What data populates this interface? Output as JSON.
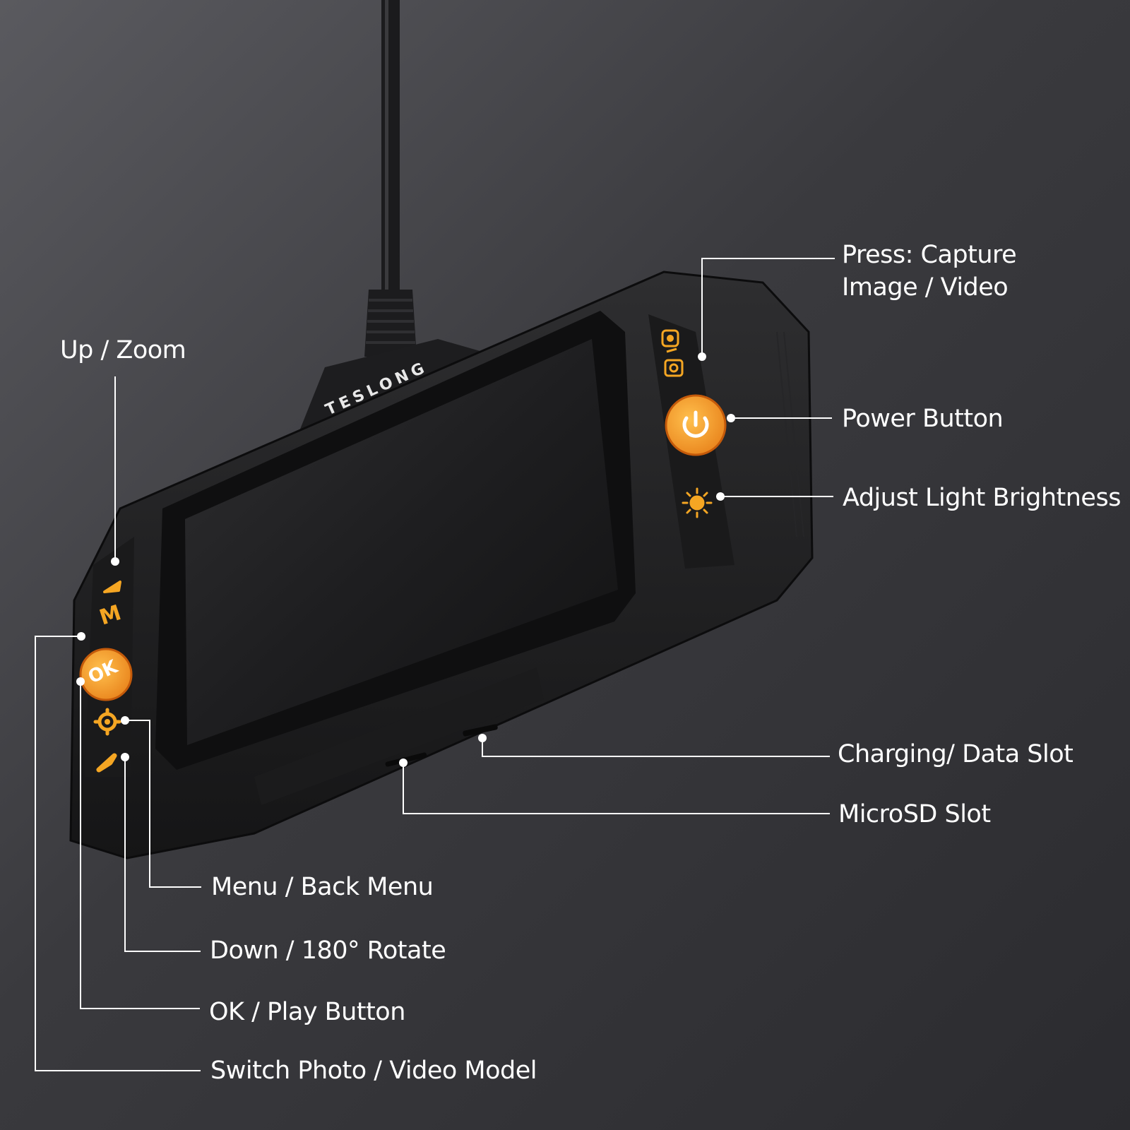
{
  "device": {
    "brand": "TESLONG",
    "button_glyphs": {
      "ok": "OK",
      "menu": "M"
    },
    "accent_color": "#f5a623"
  },
  "callouts": {
    "capture": "Press: Capture\nImage / Video",
    "power": "Power Button",
    "light": "Adjust Light Brightness",
    "up_zoom": "Up / Zoom",
    "charging": "Charging/ Data Slot",
    "microsd": "MicroSD Slot",
    "menu_back": "Menu / Back Menu",
    "down_rotate": "Down / 180° Rotate",
    "ok_play": "OK / Play Button",
    "switch_mode": "Switch Photo / Video Model"
  }
}
